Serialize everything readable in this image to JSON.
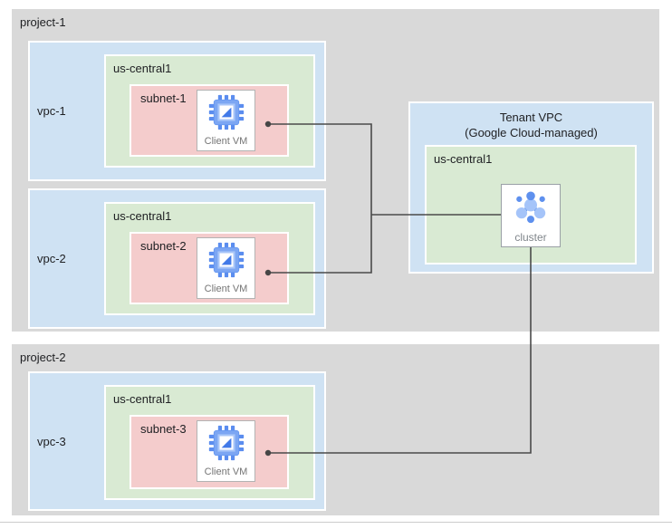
{
  "palette": {
    "project_bg": "#d9d9d9",
    "vpc_bg": "#cfe2f3",
    "region_bg": "#d9ead3",
    "subnet_bg": "#f4cccc",
    "node_bg": "#ffffff",
    "connector_line": "#4a4a4a",
    "label_text": "#202124",
    "caption_text": "#757575",
    "icon_blue": "#5b8def",
    "icon_blue_light": "#a5c4f9"
  },
  "project1": {
    "label": "project-1",
    "vpc1": {
      "label": "vpc-1",
      "region": "us-central1",
      "subnet": "subnet-1",
      "vm": "Client VM"
    },
    "vpc2": {
      "label": "vpc-2",
      "region": "us-central1",
      "subnet": "subnet-2",
      "vm": "Client VM"
    }
  },
  "tenant_vpc": {
    "title": "Tenant VPC",
    "subtitle": "(Google Cloud-managed)",
    "region": "us-central1",
    "cluster": "cluster"
  },
  "project2": {
    "label": "project-2",
    "vpc3": {
      "label": "vpc-3",
      "region": "us-central1",
      "subnet": "subnet-3",
      "vm": "Client VM"
    }
  }
}
